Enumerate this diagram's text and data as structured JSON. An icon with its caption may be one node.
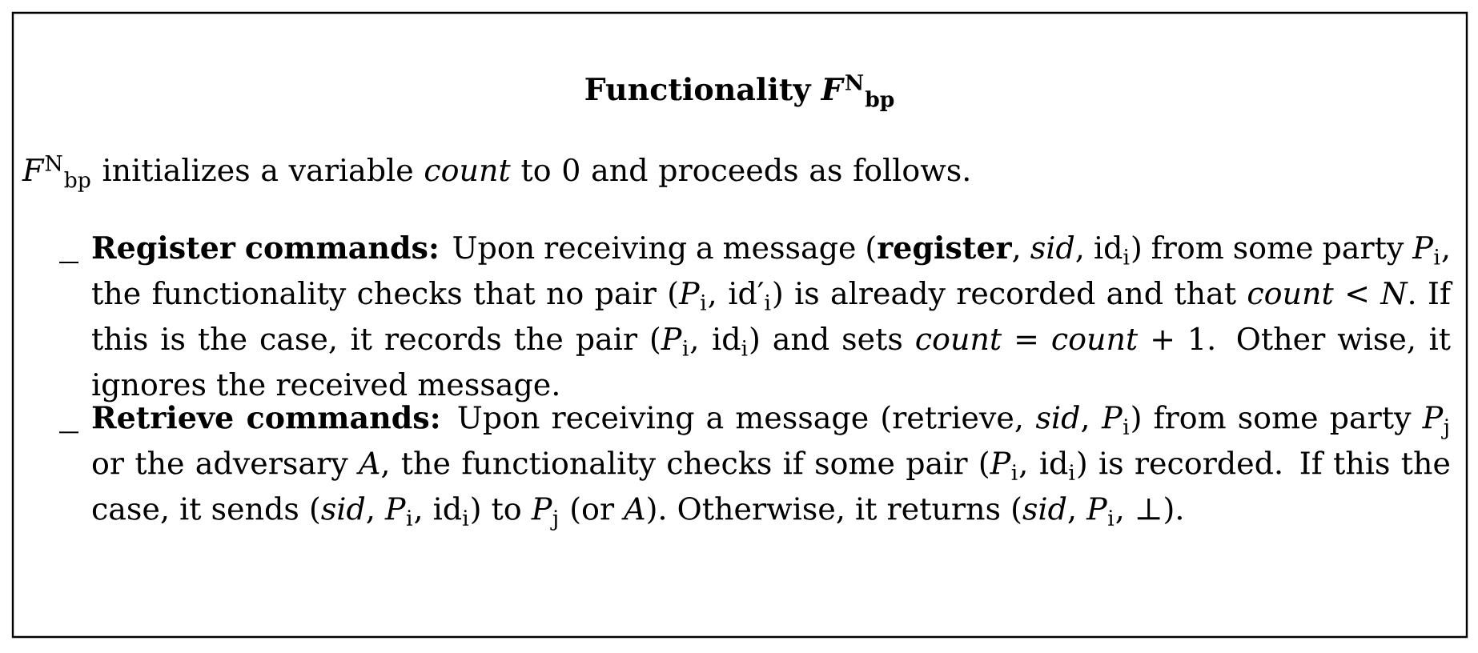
{
  "diagram": {
    "nodes": [
      {
        "text": [
          "Functionality *F*$^{N}$$_{bp}$",
          "*F*$^{N}$$_{bp}$ initializes a variable *count* to 0 and proceeds as follows.",
          "**Register commands:** Upon receiving a message (**register**, *sid*, id$_{i}$) from some party *P*$_{i}$, the functionality checks that no pair (*P*$_{i}$, id′$_{i}$) is already recorded and that *count* < *N*. If this is the case, it records the pair (*P*$_{i}$, id$_{i}$) and sets *count* = *count* + 1. Other wise, it ignores the received message.",
          "**Retrieve commands:** Upon receiving a message (retrieve, *sid*, *P*$_{i}$) from some party *P*$_{j}$ or the adversary *A*, the functionality checks if some pair (*P*$_{i}$, id$_{i}$) is recorded. If this the case, it sends (*sid*, *P*$_{i}$, id$_{i}$) to *P*$_{j}$ (or *A*). Otherwise, it returns (*sid*, *P*$_{i}$, ⊥)."
        ]
      }
    ]
  }
}
